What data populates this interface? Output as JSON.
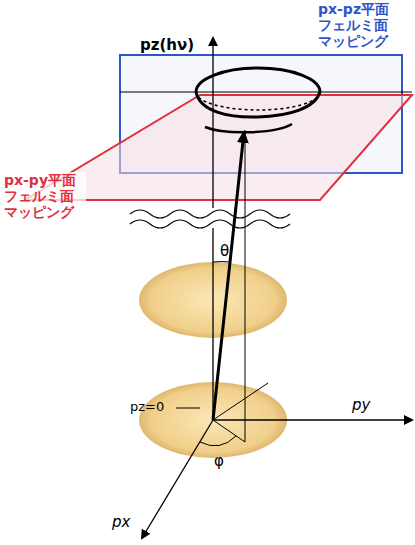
{
  "diagram": {
    "labels": [
      "pz(hν)",
      "px-pz平面 フェルミ面 マッピング",
      "px-py平面 フェルミ面 マッピング",
      "θ",
      "pz=0",
      "py",
      "φ",
      "px"
    ]
  }
}
